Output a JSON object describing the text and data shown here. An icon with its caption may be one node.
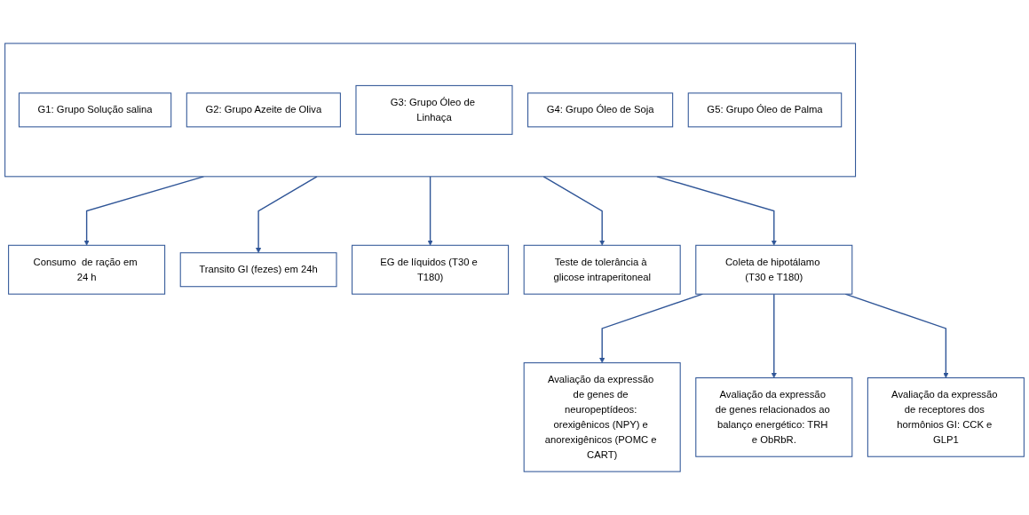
{
  "diagram": {
    "nodes": [
      {
        "text": [],
        "shape": "box"
      },
      {
        "text": [
          "G1: Grupo Solução salina"
        ],
        "in": 0
      },
      {
        "text": [
          "G2: Grupo Azeite de Oliva"
        ],
        "in": 0
      },
      {
        "text": [
          "G3: Grupo Óleo de Linhaça"
        ],
        "in": 0
      },
      {
        "text": [
          "G4: Grupo Óleo de Soja"
        ],
        "in": 0
      },
      {
        "text": [
          "G5: Grupo Óleo de Palma"
        ],
        "in": 0
      },
      {
        "text": [
          "Consumo  de ração em 24 h"
        ]
      },
      {
        "text": [
          "Transito GI (fezes) em 24h"
        ]
      },
      {
        "text": [
          "EG de líquidos (T30 e T180)"
        ]
      },
      {
        "text": [
          "Teste de tolerância à glicose intraperitoneal"
        ]
      },
      {
        "text": [
          "Coleta de hipotálamo (T30 e T180)"
        ]
      },
      {
        "text": [
          "Avaliação da expressão de genes de neuropeptídeos: orexigênicos (NPY) e anorexigênicos (POMC e CART)"
        ]
      },
      {
        "text": [
          "Avaliação da expressão de genes relacionados ao balanço energético: TRH e ObRbR."
        ]
      },
      {
        "text": [
          "Avaliação da expressão de receptores dos hormônios GI: CCK e GLP1"
        ]
      }
    ],
    "edges": [
      {
        "from": 0,
        "to": 6,
        "arrow": "to"
      },
      {
        "from": 0,
        "to": 7,
        "arrow": "to"
      },
      {
        "from": 0,
        "to": 8,
        "arrow": "to"
      },
      {
        "from": 0,
        "to": 9,
        "arrow": "to"
      },
      {
        "from": 0,
        "to": 10,
        "arrow": "to"
      },
      {
        "from": 10,
        "to": 11,
        "arrow": "to"
      },
      {
        "from": 10,
        "to": 12,
        "arrow": "to"
      },
      {
        "from": 10,
        "to": 13,
        "arrow": "to"
      }
    ]
  }
}
